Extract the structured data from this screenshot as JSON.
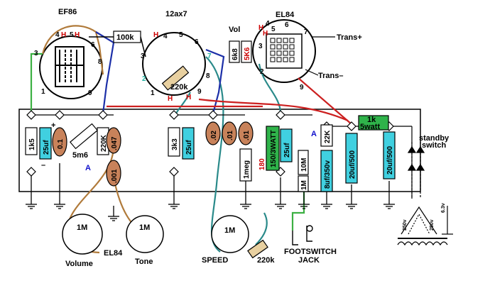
{
  "tubes": {
    "ef86": "EF86",
    "v12ax7": "12ax7",
    "el84": "EL84"
  },
  "tube_pins": {
    "ef86": {
      "p3": "3",
      "p4": "4",
      "pH1": "H",
      "p5": "5",
      "pH2": "H",
      "p6": "6",
      "p8": "8",
      "p1": "1",
      "p9": "9"
    },
    "v12ax7": {
      "pH1": "H",
      "p4": "4",
      "p5": "5",
      "p6": "6",
      "p3": "3",
      "p7": "7",
      "p2": "2",
      "p8": "8",
      "p1": "1",
      "p9": "9",
      "pH2": "H",
      "pH3": "H"
    },
    "el84": {
      "pH1": "H",
      "pH2": "H",
      "p4": "4",
      "p5": "5",
      "p6": "6",
      "p7": "7",
      "p3": "3",
      "p2": "2",
      "p9": "9"
    }
  },
  "labels": {
    "r100k": "100k",
    "vol": "Vol",
    "r6k8": "6k8",
    "r5k6": "5K6",
    "trans_plus": "Trans+",
    "trans_minus": "Trans–",
    "r220k_tube": "220k",
    "r1k5": "1k5",
    "c25uf_a": "25uf",
    "c0_1": "0.1",
    "r5m6": "5m6",
    "r220k_a": "220K",
    "c047": ".047",
    "c001": ".001",
    "r3k3": "3k3",
    "c25uf_b": "25uf",
    "c02": ".02",
    "c01a": ".01",
    "c01b": ".01",
    "r1meg": "1meg",
    "r180": "180",
    "r150_3watt": "150/3WATT",
    "c25uf_c": "25uf",
    "r10m": "10M",
    "r1m_small": "1M",
    "r22k": "22K",
    "c8uf": "8uf/350v",
    "c20uf_a": "20uf/500",
    "r1k_5watt_1": "1k",
    "r1k_5watt_2": "5watt",
    "c20uf_b": "20uf/500",
    "standby_1": "standby",
    "standby_2": "switch",
    "pot_volume": "1M",
    "volume": "Volume",
    "el84_out": "EL84",
    "pot_tone": "1M",
    "tone": "Tone",
    "pot_speed": "1M",
    "speed": "SPEED",
    "r220k_speed": "220k",
    "footswitch": "FOOTSWITCH",
    "jack": "JACK",
    "mark_a1": "A",
    "mark_a2": "A",
    "plus": "+",
    "minus": "–",
    "v250a": "250v",
    "v250b": "250v",
    "v63": "6.3v"
  },
  "colors": {
    "green_wire": "#3cb043",
    "teal_wire": "#2a8a8a",
    "blue_wire": "#1c2fa8",
    "red_wire": "#cc2020",
    "brown_wire": "#b07a3a",
    "board": "#000000",
    "cap_brown": "#c8825a",
    "cap_cyan": "#40d0e0",
    "res_green": "#2fb34a"
  }
}
